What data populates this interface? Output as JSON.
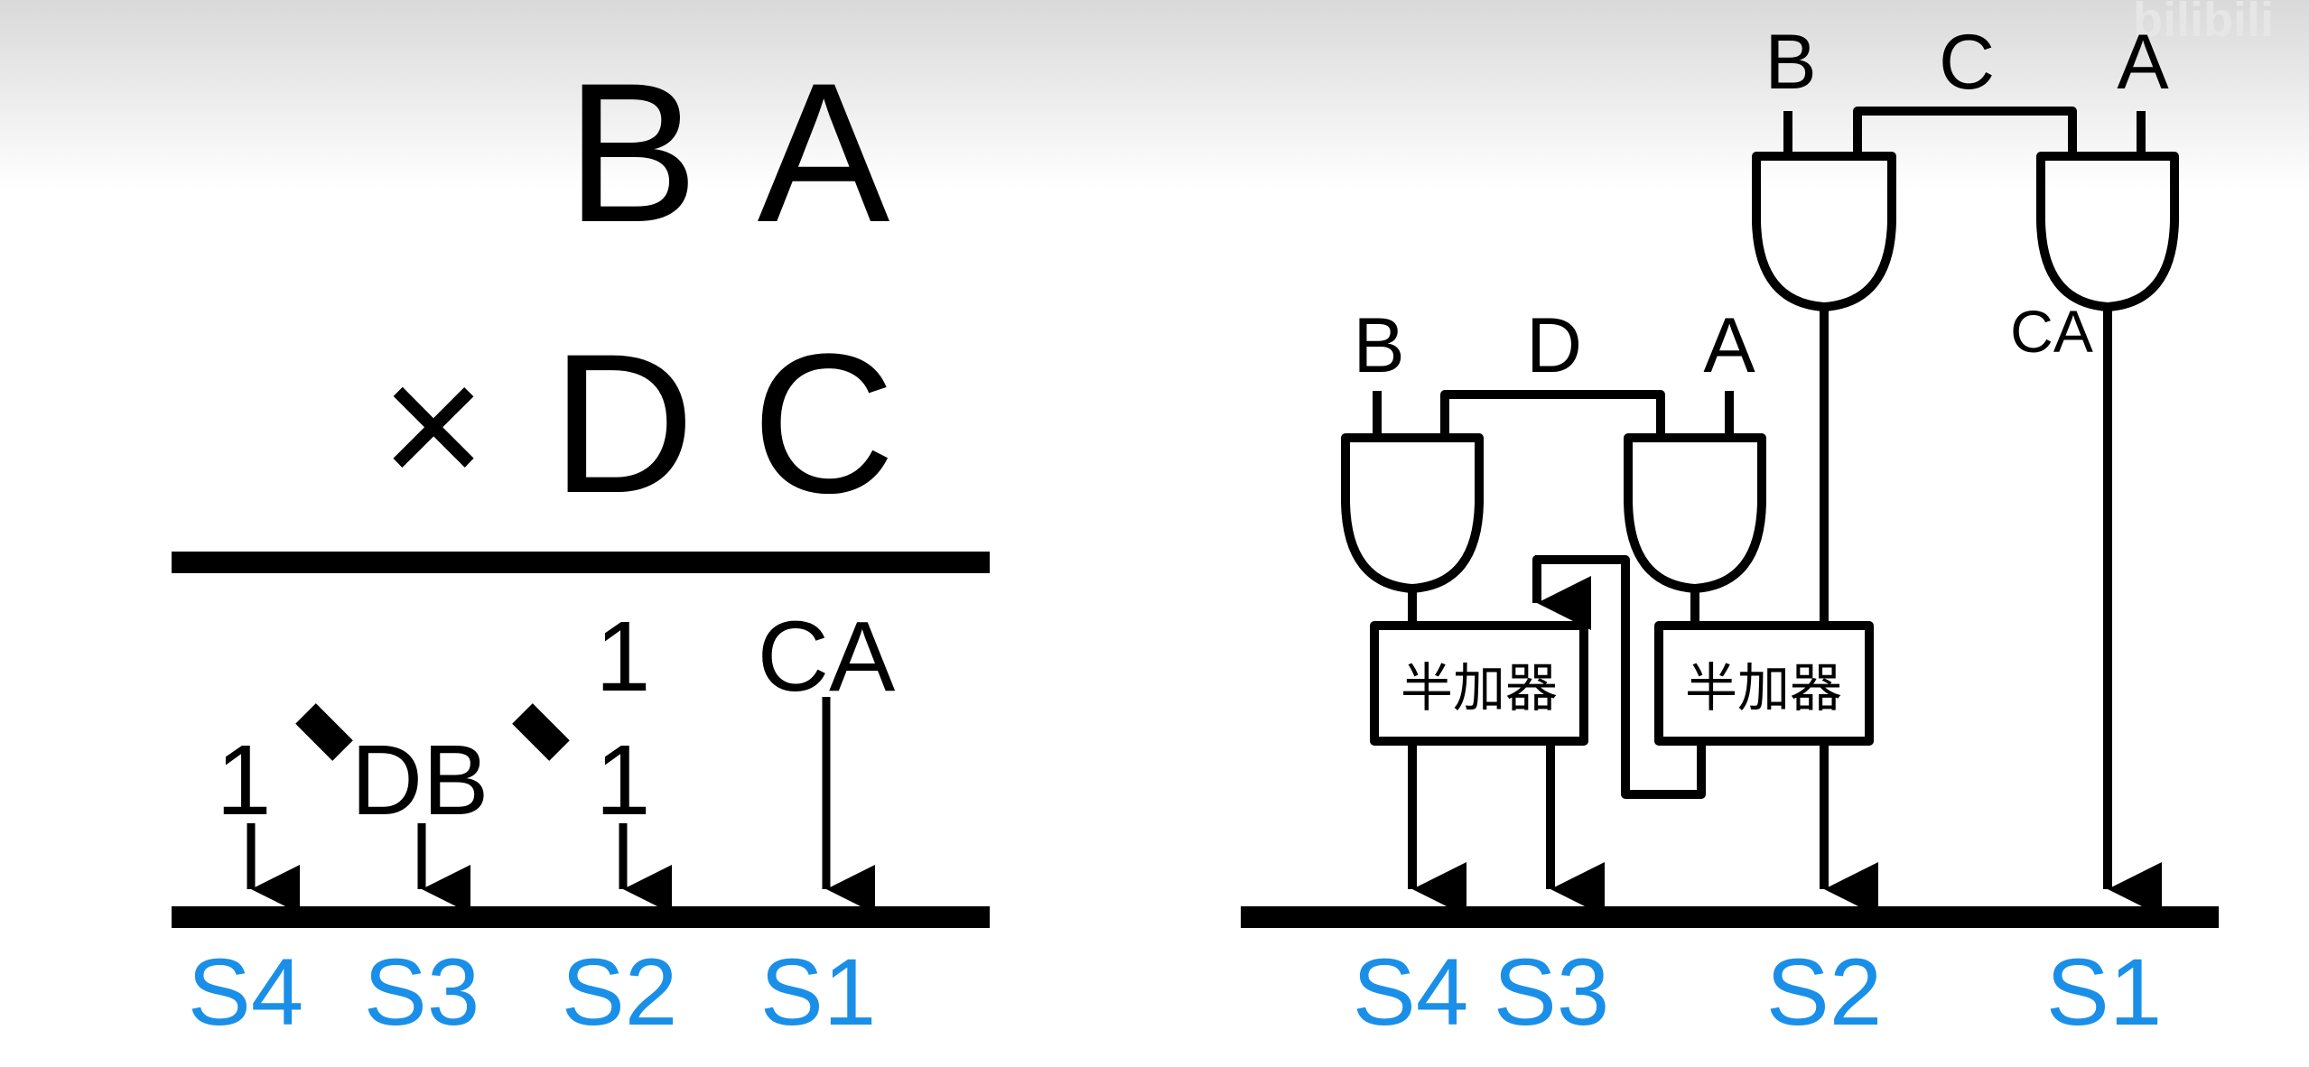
{
  "colors": {
    "ink": "#000000",
    "sum_label": "#1a8fe8",
    "background": "#ffffff",
    "top_shade": "#dcdcdc"
  },
  "left": {
    "multiplicand": {
      "b": "B",
      "a": "A"
    },
    "multiplier": {
      "sign": "×",
      "d": "D",
      "c": "C"
    },
    "partial_products": {
      "col1_row1": "CA",
      "col2_row1": "1",
      "col2_row2": "1",
      "col3_row2": "DB",
      "col4_row2": "1"
    },
    "sums": [
      "S4",
      "S3",
      "S2",
      "S1"
    ]
  },
  "right": {
    "gate_inputs_top": {
      "b": "B",
      "c": "C",
      "a": "A"
    },
    "gate_inputs_mid": {
      "b": "B",
      "d": "D",
      "a": "A"
    },
    "ca_label": "CA",
    "half_adder_label_left": "半加器",
    "half_adder_label_right": "半加器",
    "sums": [
      "S4",
      "S3",
      "S2",
      "S1"
    ]
  },
  "watermark": "bilibili"
}
